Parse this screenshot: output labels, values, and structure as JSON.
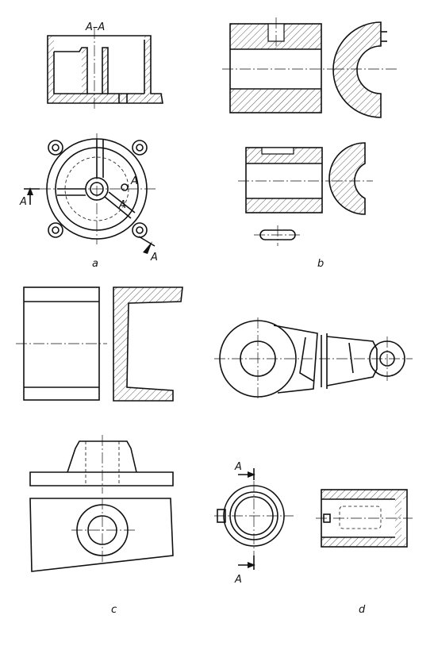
{
  "labels": {
    "panel_a": "a",
    "panel_b": "b",
    "panel_c": "c",
    "panel_d": "d",
    "section_a_title": "A–A",
    "section_a_left": "A",
    "section_a_mid": "A",
    "section_a_mid2": "A",
    "section_a_arrow": "A",
    "section_d_top": "A",
    "section_d_bottom": "A"
  }
}
